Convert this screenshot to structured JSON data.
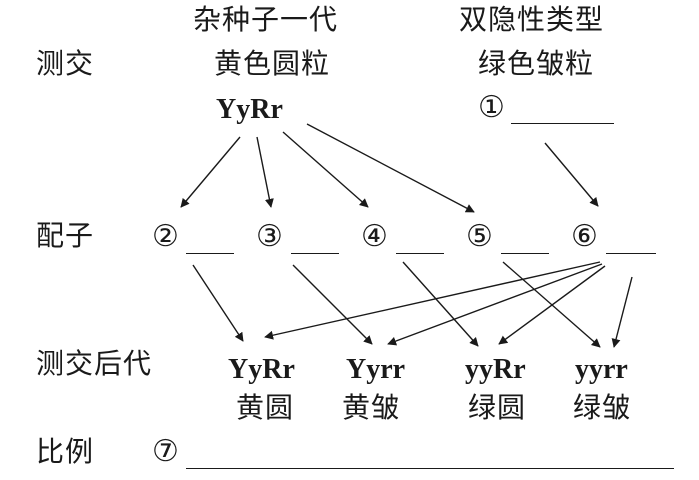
{
  "parents": {
    "left_title": "杂种子一代",
    "right_title": "双隐性类型",
    "row_label": "测交",
    "left_phenotype": "黄色圆粒",
    "right_phenotype": "绿色皱粒",
    "left_genotype": "YyRr",
    "right_blank_marker": "①"
  },
  "gametes": {
    "row_label": "配子",
    "markers": [
      "②",
      "③",
      "④",
      "⑤",
      "⑥"
    ]
  },
  "offspring": {
    "row_label": "测交后代",
    "items": [
      {
        "genotype": "YyRr",
        "phenotype": "黄圆"
      },
      {
        "genotype": "Yyrr",
        "phenotype": "黄皱"
      },
      {
        "genotype": "yyRr",
        "phenotype": "绿圆"
      },
      {
        "genotype": "yyrr",
        "phenotype": "绿皱"
      }
    ]
  },
  "ratio": {
    "row_label": "比例",
    "marker": "⑦"
  }
}
